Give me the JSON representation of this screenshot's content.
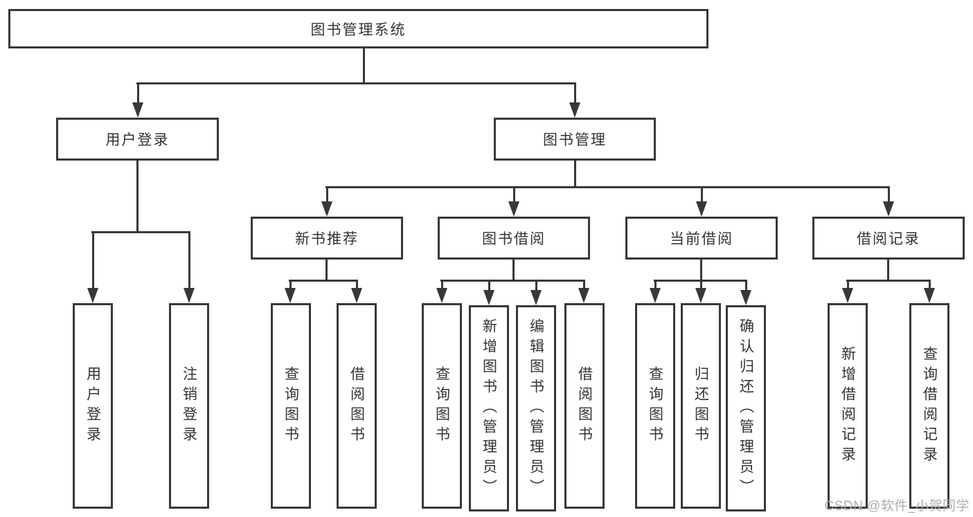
{
  "diagram": {
    "root": {
      "label": "图书管理系统"
    },
    "branches": [
      {
        "label": "用户登录",
        "children": [
          {
            "label": "用户登录"
          },
          {
            "label": "注销登录"
          }
        ]
      },
      {
        "label": "图书管理",
        "sections": [
          {
            "label": "新书推荐",
            "children": [
              {
                "label": "查询图书"
              },
              {
                "label": "借阅图书"
              }
            ]
          },
          {
            "label": "图书借阅",
            "children": [
              {
                "label": "查询图书"
              },
              {
                "label": "新增图书（管理员）"
              },
              {
                "label": "编辑图书（管理员）"
              },
              {
                "label": "借阅图书"
              }
            ]
          },
          {
            "label": "当前借阅",
            "children": [
              {
                "label": "查询图书"
              },
              {
                "label": "归还图书"
              },
              {
                "label": "确认归还（管理员）"
              }
            ]
          },
          {
            "label": "借阅记录",
            "children": [
              {
                "label": "新增借阅记录"
              },
              {
                "label": "查询借阅记录"
              }
            ]
          }
        ]
      }
    ]
  },
  "watermark": {
    "text": "CSDN @软件_小贺同学"
  },
  "colors": {
    "line": "#383838",
    "text": "#333333",
    "watermark": "#adadad",
    "bg": "#ffffff"
  }
}
